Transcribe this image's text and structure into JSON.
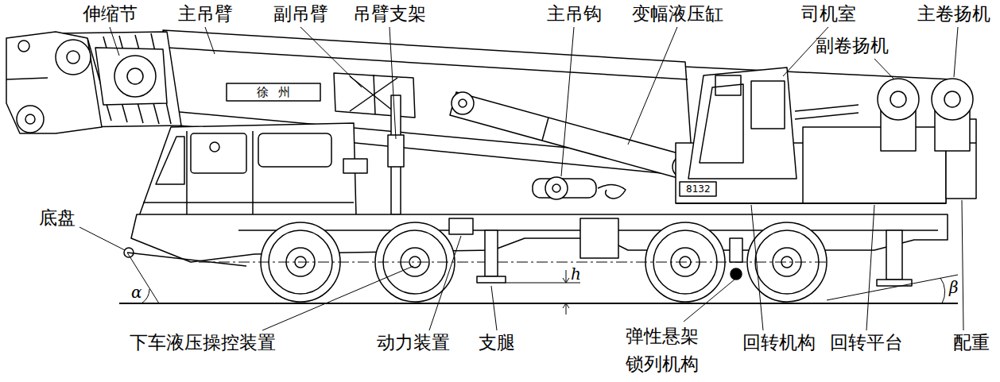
{
  "diagram": {
    "labels": [
      "伸缩节",
      "主吊臂",
      "副吊臂",
      "吊臂支架",
      "主吊钩",
      "变幅液压缸",
      "司机室",
      "主卷扬机",
      "副卷扬机",
      "底盘",
      "下车液压操控装置",
      "动力装置",
      "支腿",
      "弹性悬架 锁列机构",
      "回转机构",
      "回转平台",
      "配重",
      "徐州",
      "8132",
      "α",
      "β",
      "h"
    ]
  }
}
